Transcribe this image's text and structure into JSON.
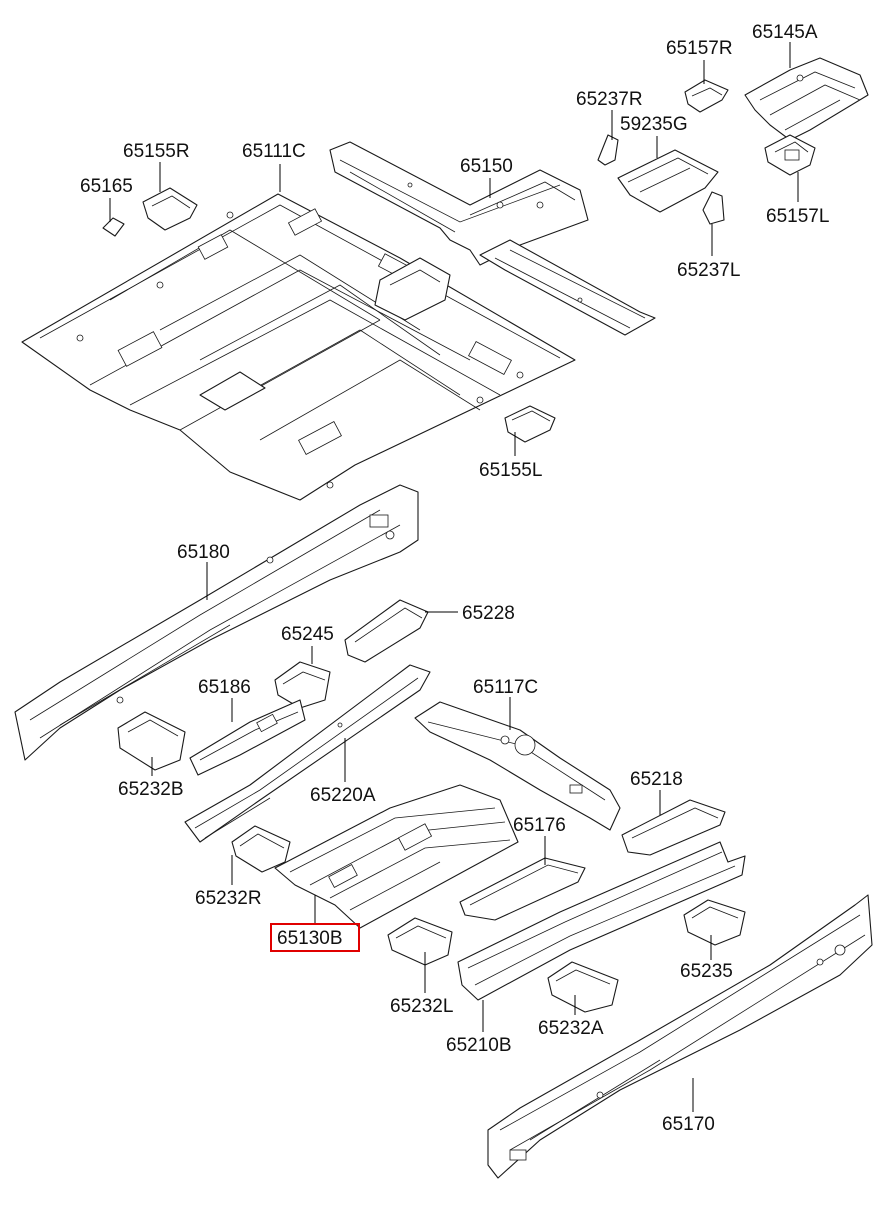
{
  "diagram": {
    "highlight_color": "#e00000",
    "highlighted_part": "65130B",
    "parts": [
      {
        "id": "p65145A",
        "number": "65145A"
      },
      {
        "id": "p65157R",
        "number": "65157R"
      },
      {
        "id": "p65237R",
        "number": "65237R"
      },
      {
        "id": "p59235G",
        "number": "59235G"
      },
      {
        "id": "p65155R",
        "number": "65155R"
      },
      {
        "id": "p65111C",
        "number": "65111C"
      },
      {
        "id": "p65165",
        "number": "65165"
      },
      {
        "id": "p65150",
        "number": "65150"
      },
      {
        "id": "p65157L",
        "number": "65157L"
      },
      {
        "id": "p65237L",
        "number": "65237L"
      },
      {
        "id": "p65155L",
        "number": "65155L"
      },
      {
        "id": "p65180",
        "number": "65180"
      },
      {
        "id": "p65228",
        "number": "65228"
      },
      {
        "id": "p65245",
        "number": "65245"
      },
      {
        "id": "p65186",
        "number": "65186"
      },
      {
        "id": "p65117C",
        "number": "65117C"
      },
      {
        "id": "p65232B",
        "number": "65232B"
      },
      {
        "id": "p65220A",
        "number": "65220A"
      },
      {
        "id": "p65218",
        "number": "65218"
      },
      {
        "id": "p65176",
        "number": "65176"
      },
      {
        "id": "p65232R",
        "number": "65232R"
      },
      {
        "id": "p65130B",
        "number": "65130B"
      },
      {
        "id": "p65235",
        "number": "65235"
      },
      {
        "id": "p65232L",
        "number": "65232L"
      },
      {
        "id": "p65232A",
        "number": "65232A"
      },
      {
        "id": "p65210B",
        "number": "65210B"
      },
      {
        "id": "p65170",
        "number": "65170"
      }
    ]
  }
}
